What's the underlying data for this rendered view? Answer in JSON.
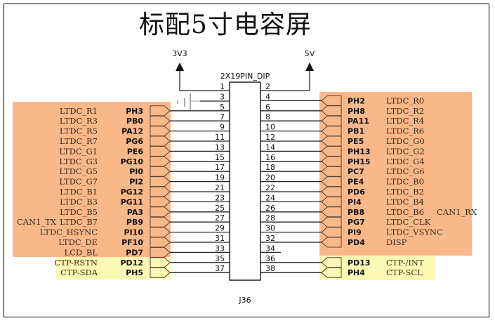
{
  "title": "标配5寸电容屏",
  "colors": {
    "orange": "#f9b88a",
    "yellow": "#fbf9b4",
    "wire": "#222222"
  },
  "power": {
    "left": "3V3",
    "right": "5V"
  },
  "connector": {
    "part": "2X19PIN_DIP",
    "ref": "J36"
  },
  "left_pins": [
    {
      "pin": "1",
      "port": "",
      "signal": "",
      "alt": "",
      "zone": "power"
    },
    {
      "pin": "3",
      "port": "",
      "signal": "",
      "alt": "",
      "zone": "gnd"
    },
    {
      "pin": "5",
      "port": "PH3",
      "signal": "LTDC_R1",
      "alt": "",
      "zone": "orange"
    },
    {
      "pin": "7",
      "port": "PB0",
      "signal": "LTDC_R3",
      "alt": "",
      "zone": "orange"
    },
    {
      "pin": "9",
      "port": "PA12",
      "signal": "LTDC_R5",
      "alt": "",
      "zone": "orange"
    },
    {
      "pin": "11",
      "port": "PG6",
      "signal": "LTDC_R7",
      "alt": "",
      "zone": "orange"
    },
    {
      "pin": "13",
      "port": "PE6",
      "signal": "LTDC_G1",
      "alt": "",
      "zone": "orange"
    },
    {
      "pin": "15",
      "port": "PG10",
      "signal": "LTDC_G3",
      "alt": "",
      "zone": "orange"
    },
    {
      "pin": "17",
      "port": "PI0",
      "signal": "LTDC_G5",
      "alt": "",
      "zone": "orange"
    },
    {
      "pin": "19",
      "port": "PI2",
      "signal": "LTDC_G7",
      "alt": "",
      "zone": "orange"
    },
    {
      "pin": "21",
      "port": "PG12",
      "signal": "LTDC_B1",
      "alt": "",
      "zone": "orange"
    },
    {
      "pin": "23",
      "port": "PG11",
      "signal": "LTDC_B3",
      "alt": "",
      "zone": "orange"
    },
    {
      "pin": "25",
      "port": "PA3",
      "signal": "LTDC_B5",
      "alt": "",
      "zone": "orange"
    },
    {
      "pin": "27",
      "port": "PB9",
      "signal": "LTDC_B7",
      "alt": "CAN1_TX",
      "zone": "orange"
    },
    {
      "pin": "29",
      "port": "PI10",
      "signal": "LTDC_HSYNC",
      "alt": "",
      "zone": "orange"
    },
    {
      "pin": "31",
      "port": "PF10",
      "signal": "LTDC_DE",
      "alt": "",
      "zone": "orange"
    },
    {
      "pin": "33",
      "port": "PD7",
      "signal": "LCD_BL",
      "alt": "",
      "zone": "orange"
    },
    {
      "pin": "35",
      "port": "PD12",
      "signal": "CTP-RSTN",
      "alt": "",
      "zone": "yellow"
    },
    {
      "pin": "37",
      "port": "PH5",
      "signal": "CTP-SDA",
      "alt": "",
      "zone": "yellow"
    }
  ],
  "right_pins": [
    {
      "pin": "2",
      "port": "",
      "signal": "",
      "alt": "",
      "zone": "power"
    },
    {
      "pin": "4",
      "port": "PH2",
      "signal": "LTDC_R0",
      "alt": "",
      "zone": "orange"
    },
    {
      "pin": "6",
      "port": "PH8",
      "signal": "LTDC_R2",
      "alt": "",
      "zone": "orange"
    },
    {
      "pin": "8",
      "port": "PA11",
      "signal": "LTDC_R4",
      "alt": "",
      "zone": "orange"
    },
    {
      "pin": "10",
      "port": "PB1",
      "signal": "LTDC_R6",
      "alt": "",
      "zone": "orange"
    },
    {
      "pin": "12",
      "port": "PE5",
      "signal": "LTDC_G0",
      "alt": "",
      "zone": "orange"
    },
    {
      "pin": "14",
      "port": "PH13",
      "signal": "LTDC_G2",
      "alt": "",
      "zone": "orange"
    },
    {
      "pin": "16",
      "port": "PH15",
      "signal": "LTDC_G4",
      "alt": "",
      "zone": "orange"
    },
    {
      "pin": "18",
      "port": "PC7",
      "signal": "LTDC_G6",
      "alt": "",
      "zone": "orange"
    },
    {
      "pin": "20",
      "port": "PE4",
      "signal": "LTDC_B0",
      "alt": "",
      "zone": "orange"
    },
    {
      "pin": "22",
      "port": "PD6",
      "signal": "LTDC_B2",
      "alt": "",
      "zone": "orange"
    },
    {
      "pin": "24",
      "port": "PI4",
      "signal": "LTDC_B4",
      "alt": "",
      "zone": "orange"
    },
    {
      "pin": "26",
      "port": "PB8",
      "signal": "LTDC_B6",
      "alt": "CAN1_RX",
      "zone": "orange"
    },
    {
      "pin": "28",
      "port": "PG7",
      "signal": "LTDC_CLK",
      "alt": "",
      "zone": "orange"
    },
    {
      "pin": "30",
      "port": "PI9",
      "signal": "LTDC_VSYNC",
      "alt": "",
      "zone": "orange"
    },
    {
      "pin": "32",
      "port": "PD4",
      "signal": "DISP",
      "alt": "",
      "zone": "orange"
    },
    {
      "pin": "34",
      "port": "",
      "signal": "",
      "alt": "",
      "zone": "nc"
    },
    {
      "pin": "36",
      "port": "PD13",
      "signal": "CTP-/INT",
      "alt": "",
      "zone": "yellow"
    },
    {
      "pin": "38",
      "port": "PH4",
      "signal": "CTP-SCL",
      "alt": "",
      "zone": "yellow"
    }
  ]
}
